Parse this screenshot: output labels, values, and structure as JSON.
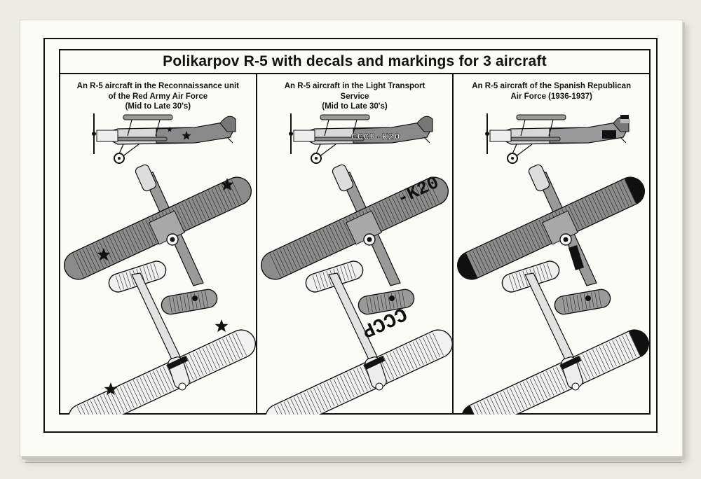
{
  "title": "Polikarpov  R-5 with decals and markings for 3 aircraft",
  "panels": [
    {
      "caption_lines": [
        "An R-5 aircraft in the Reconnaissance unit",
        "of the Red Army Air Force",
        "(Mid to Late 30's)"
      ],
      "fuselage_marking": "",
      "wing_marking_top": "",
      "wing_marking_bottom": "",
      "scheme": "red-army"
    },
    {
      "caption_lines": [
        "An R-5 aircraft in the Light Transport",
        "Service",
        "(Mid to Late 30's)"
      ],
      "fuselage_marking": "CCCP-K20",
      "wing_marking_top": "K20",
      "wing_marking_bottom": "CCCP",
      "scheme": "transport"
    },
    {
      "caption_lines": [
        "An R-5 aircraft of the Spanish Republican",
        "Air Force (1936-1937)"
      ],
      "fuselage_marking": "",
      "wing_marking_top": "",
      "wing_marking_bottom": "",
      "scheme": "spanish"
    }
  ],
  "colors": {
    "upper_surface": "#7a7a7a",
    "lower_surface": "#e6e6e6",
    "ink": "#111111",
    "box_face": "#fbfbf8"
  },
  "icon_names": [
    "star-icon",
    "aircraft-side-view",
    "aircraft-top-view",
    "aircraft-bottom-view"
  ]
}
